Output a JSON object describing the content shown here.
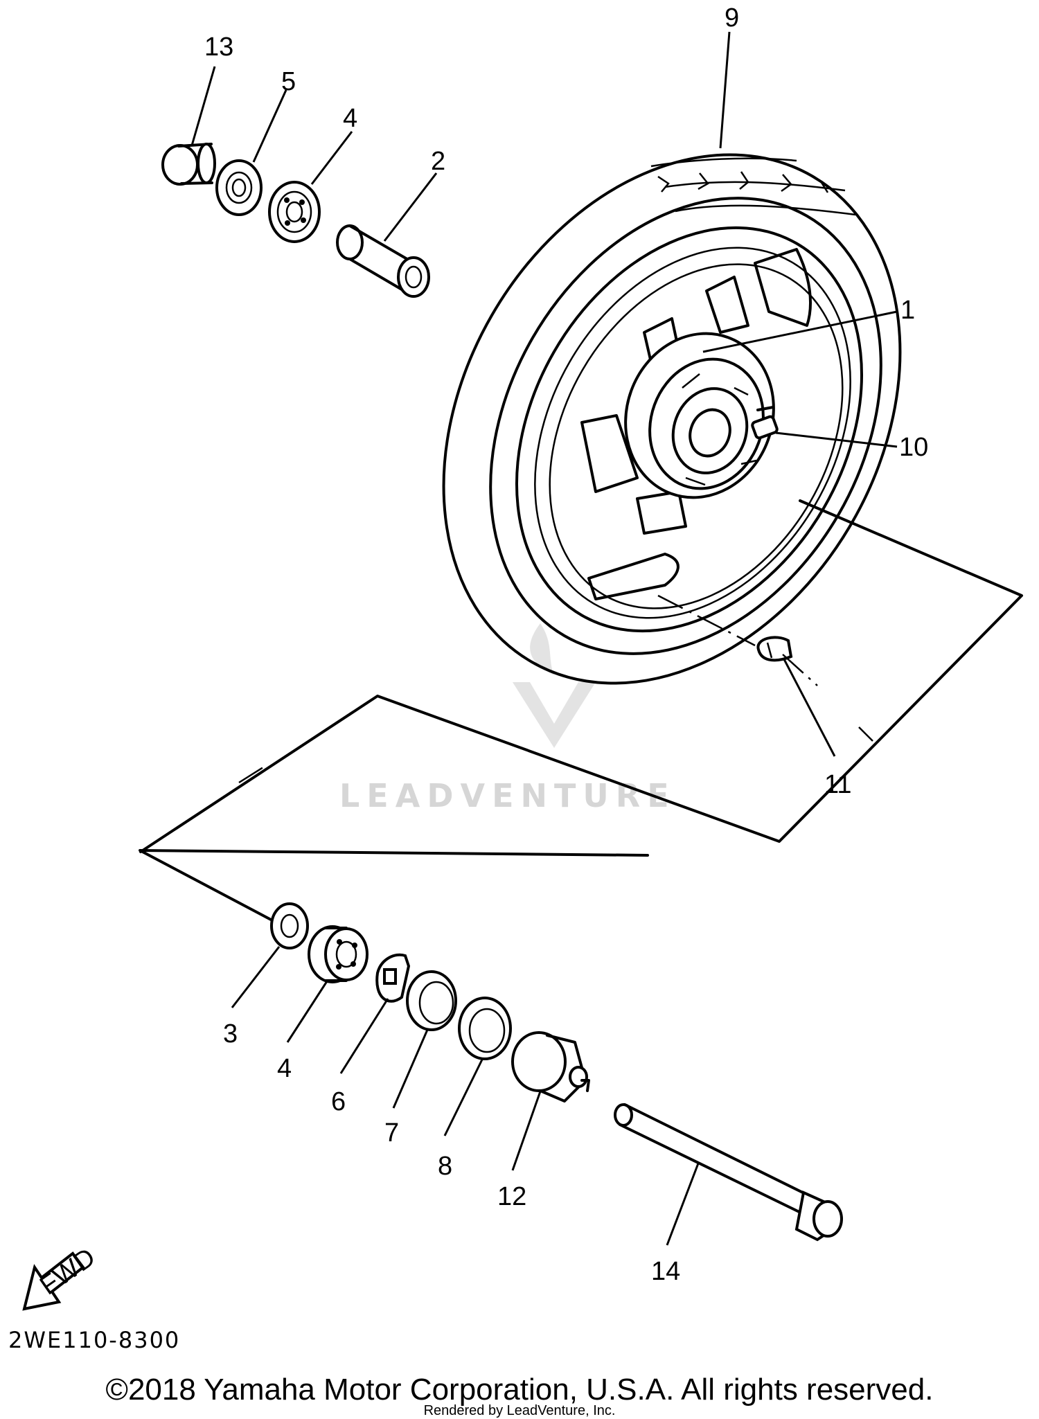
{
  "diagram": {
    "callouts": {
      "p13": "13",
      "p5_top": "5",
      "p4_top": "4",
      "p2": "2",
      "p9": "9",
      "p1": "1",
      "p10": "10",
      "p11": "11",
      "p3": "3",
      "p4_bottom": "4",
      "p6": "6",
      "p7": "7",
      "p8": "8",
      "p12": "12",
      "p14": "14"
    },
    "fwd_label": "FWD",
    "watermark": "LEADVENTURE",
    "diagram_code": "2WE110-8300",
    "copyright": "©2018 Yamaha Motor Corporation, U.S.A. All rights reserved.",
    "rendered_by": "Rendered by LeadVenture, Inc."
  }
}
